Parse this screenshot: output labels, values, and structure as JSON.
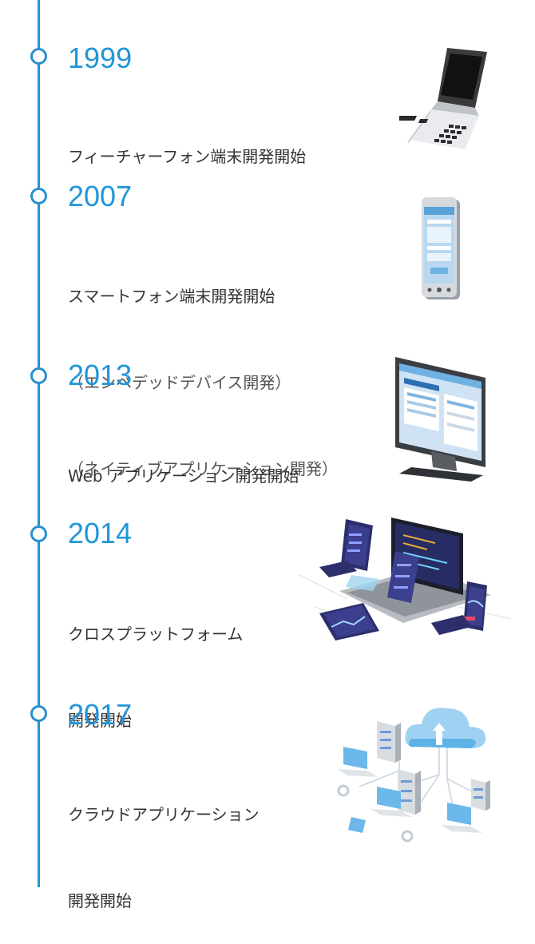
{
  "timeline": [
    {
      "year": "1999",
      "lines": [
        "フィーチャーフォン端末開発開始"
      ],
      "illustration": "feature-phone-icon"
    },
    {
      "year": "2007",
      "lines": [
        "スマートフォン端末開発開始",
        "（エンベデッドデバイス開発）",
        "（ネイティブアプリケーション開発）"
      ],
      "illustration": "smartphone-icon"
    },
    {
      "year": "2013",
      "lines": [
        "Web アプリケーション開発開始"
      ],
      "illustration": "monitor-icon"
    },
    {
      "year": "2014",
      "lines": [
        "クロスプラットフォーム",
        "開発開始"
      ],
      "illustration": "multi-device-icon"
    },
    {
      "year": "2017",
      "lines": [
        "クラウドアプリケーション",
        "開発開始"
      ],
      "illustration": "cloud-network-icon"
    }
  ],
  "colors": {
    "accent": "#2196d8",
    "line": "#2a8fd0",
    "text": "#333333"
  }
}
